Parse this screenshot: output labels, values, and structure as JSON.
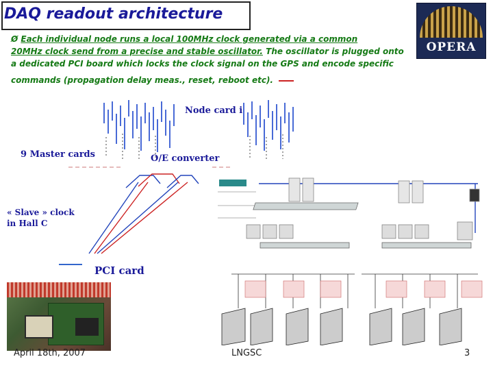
{
  "slide": {
    "title": "DAQ readout architecture",
    "logo_text": "OPERA",
    "bullet_marker": "Ø",
    "bullet_line1": "Each individual node runs a local 100MHz clock generated via a common",
    "bullet_line2": "20MHz clock send from a precise and stable oscillator.",
    "bullet_line2b": " The oscillator is plugged onto",
    "bullet_line3": "a dedicated PCI board which locks the clock signal on the GPS and encode specific",
    "bullet_line4": "commands (propagation delay meas., reset, reboot etc)."
  },
  "labels": {
    "node_card": "Node card i",
    "master_cards": "9 Master cards",
    "oe_converter": "O/E converter",
    "slave_clock_1": "« Slave » clock",
    "slave_clock_2": "in Hall C",
    "pci_card": "PCI card"
  },
  "footer": {
    "date": "April 18th, 2007",
    "venue": "LNGSC",
    "page": "3"
  },
  "colors": {
    "title": "#1a1a99",
    "bullet": "#157a15",
    "red_line": "#cc2222",
    "blue_line": "#2244bb",
    "signal_blue": "#1a44cc"
  }
}
